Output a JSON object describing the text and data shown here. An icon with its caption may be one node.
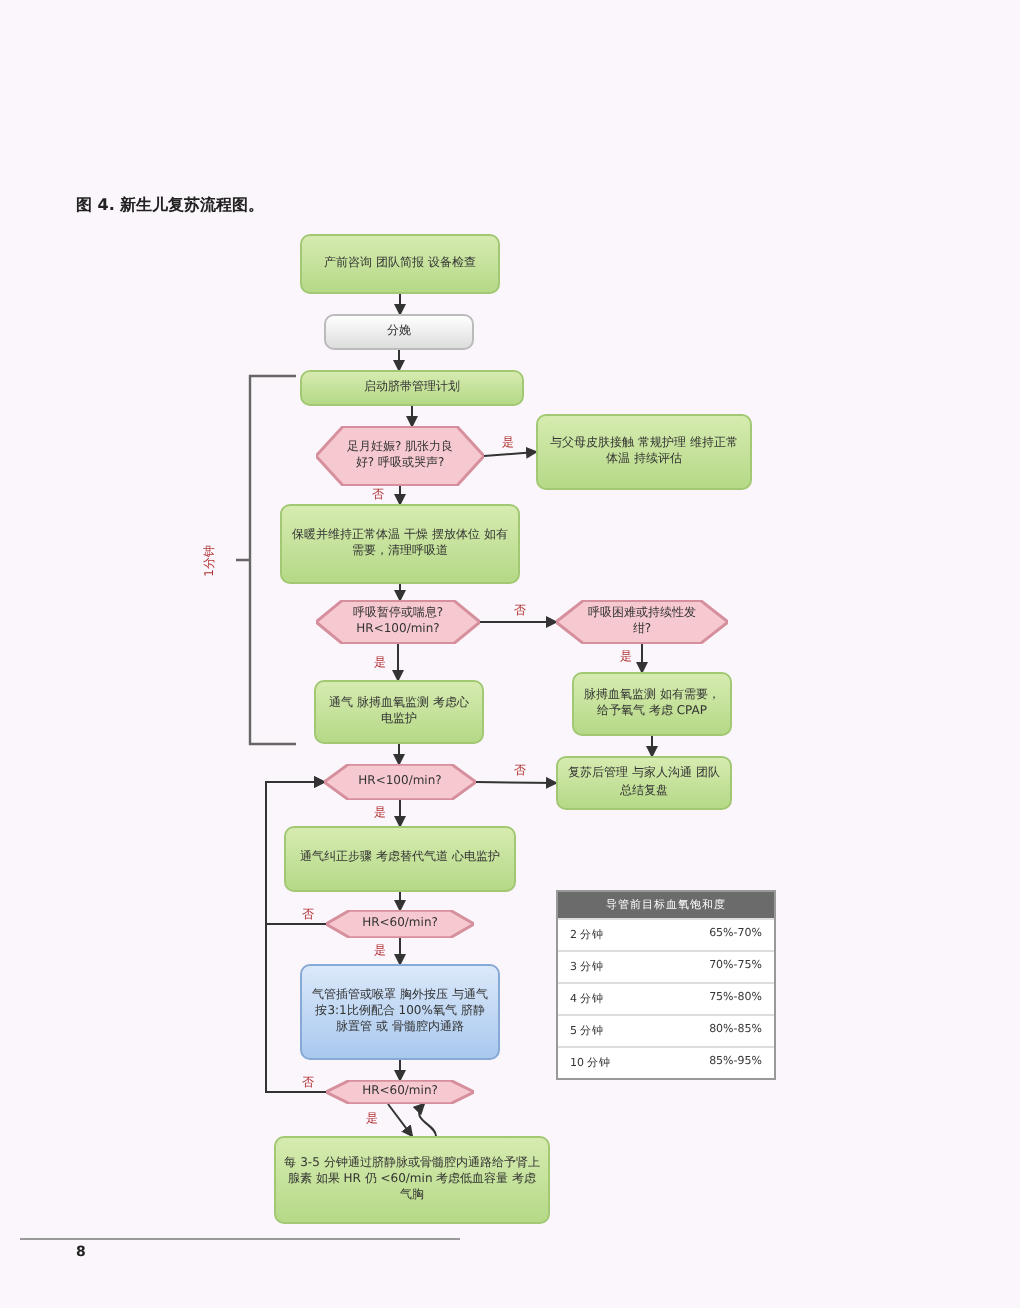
{
  "diagram": {
    "title": "图 4. 新生儿复苏流程图。",
    "nodes": [
      {
        "text": [
          "产前咨询 团队简报 设备检查"
        ]
      },
      {
        "text": [
          "分娩"
        ]
      },
      {
        "text": [
          "启动脐带管理计划"
        ]
      },
      {
        "text": [
          "足月妊娠? 肌张力良好? 呼吸或哭声?"
        ]
      },
      {
        "text": [
          "与父母皮肤接触 常规护理 维持正常体温 持续评估"
        ]
      },
      {
        "text": [
          "保暖并维持正常体温 干燥 摆放体位 如有需要，清理呼吸道"
        ]
      },
      {
        "text": [
          "呼吸暂停或喘息? HR<100/min?"
        ]
      },
      {
        "text": [
          "呼吸困难或持续性发绀?"
        ]
      },
      {
        "text": [
          "通气 脉搏血氧监测 考虑心电监护"
        ]
      },
      {
        "text": [
          "脉搏血氧监测 如有需要，给予氧气 考虑 CPAP"
        ]
      },
      {
        "text": [
          "HR<100/min?"
        ]
      },
      {
        "text": [
          "复苏后管理 与家人沟通 团队总结复盘"
        ]
      },
      {
        "text": [
          "通气纠正步骤 考虑替代气道 心电监护"
        ]
      },
      {
        "text": [
          "HR<60/min?"
        ]
      },
      {
        "text": [
          "气管插管或喉罩 胸外按压 与通气按3:1比例配合 100%氧气 脐静脉置管 或 骨髓腔内通路"
        ]
      },
      {
        "text": [
          "HR<60/min?"
        ]
      },
      {
        "text": [
          "每 3-5 分钟通过脐静脉或骨髓腔内通路给予肾上腺素 如果 HR 仍 <60/min 考虑低血容量 考虑气胸"
        ]
      }
    ],
    "edges": [
      {
        "from": 0,
        "to": 1,
        "arrow": "to"
      },
      {
        "from": 1,
        "to": 2,
        "arrow": "to"
      },
      {
        "from": 2,
        "to": 3,
        "arrow": "to"
      },
      {
        "from": 3,
        "to": 4,
        "arrow": "to",
        "label": "是"
      },
      {
        "from": 3,
        "to": 5,
        "arrow": "to",
        "label": "否"
      },
      {
        "from": 5,
        "to": 6,
        "arrow": "to"
      },
      {
        "from": 6,
        "to": 7,
        "arrow": "to",
        "label": "否"
      },
      {
        "from": 6,
        "to": 8,
        "arrow": "to",
        "label": "是"
      },
      {
        "from": 7,
        "to": 9,
        "arrow": "to",
        "label": "是"
      },
      {
        "from": 9,
        "to": 11,
        "arrow": "to"
      },
      {
        "from": 8,
        "to": 10,
        "arrow": "to"
      },
      {
        "from": 10,
        "to": 11,
        "arrow": "to",
        "label": "否"
      },
      {
        "from": 10,
        "to": 12,
        "arrow": "to",
        "label": "是"
      },
      {
        "from": 12,
        "to": 13,
        "arrow": "to"
      },
      {
        "from": 13,
        "to": 10,
        "arrow": "to",
        "label": "否"
      },
      {
        "from": 13,
        "to": 14,
        "arrow": "to",
        "label": "是"
      },
      {
        "from": 14,
        "to": 15,
        "arrow": "to"
      },
      {
        "from": 15,
        "to": 10,
        "arrow": "to",
        "label": "否"
      },
      {
        "from": 15,
        "to": 16,
        "arrow": "to",
        "label": "是"
      },
      {
        "from": 16,
        "to": 15,
        "arrow": "to"
      }
    ],
    "labels": [
      "1分钟",
      "导管前目标血氧饱和度",
      "2 分钟",
      "65%-70%",
      "3 分钟",
      "70%-75%",
      "4 分钟",
      "75%-80%",
      "5 分钟",
      "80%-85%",
      "10 分钟",
      "85%-95%",
      "8"
    ]
  }
}
